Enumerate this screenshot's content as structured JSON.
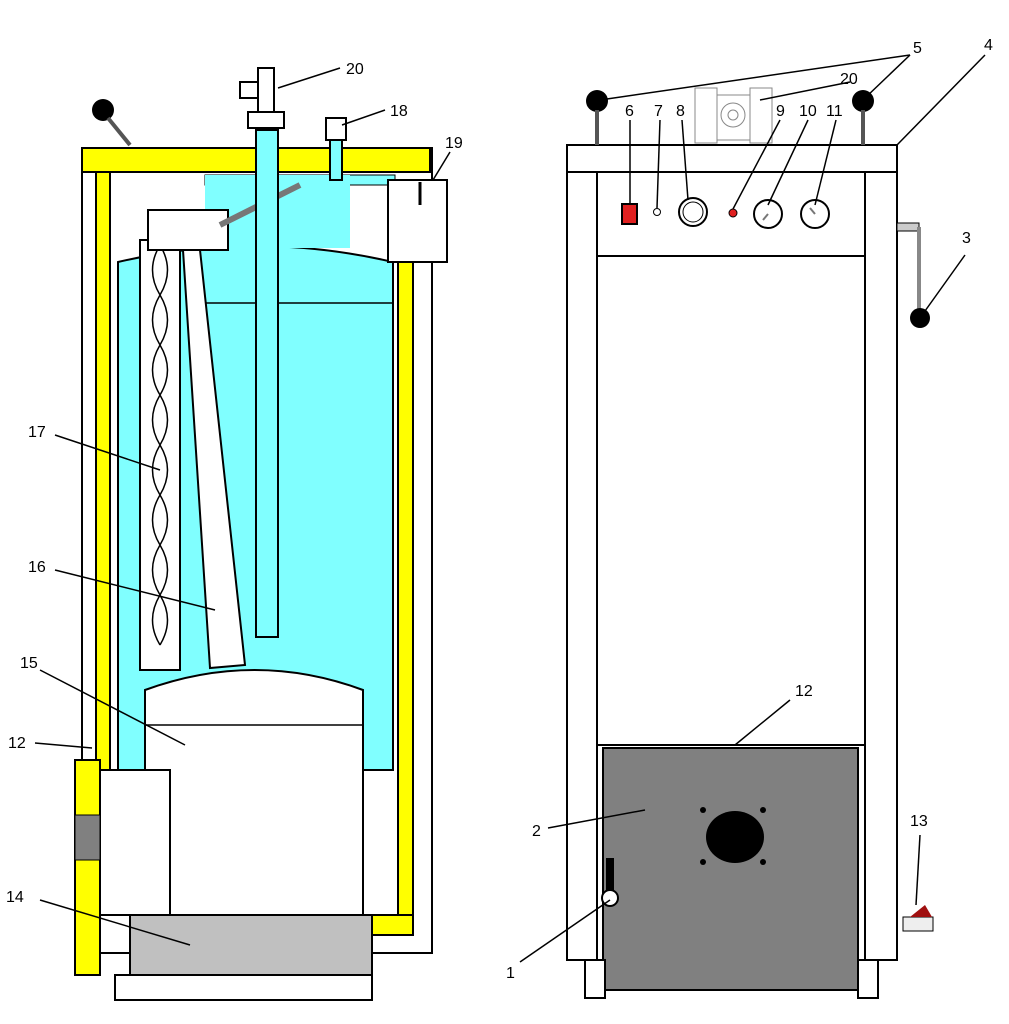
{
  "title": "Boiler cross-section and front view",
  "colors": {
    "insulation": "#ffff00",
    "water": "#80ffff",
    "door": "#808080",
    "ash_box": "#c0c0c0",
    "indicator": "#e02020"
  },
  "labels": {
    "l1": "1",
    "l2": "2",
    "l3": "3",
    "l4": "4",
    "l5": "5",
    "l6": "6",
    "l7": "7",
    "l8": "8",
    "l9": "9",
    "l10": "10",
    "l11": "11",
    "l12": "12",
    "l12b": "12",
    "l13": "13",
    "l14": "14",
    "l15": "15",
    "l16": "16",
    "l17": "17",
    "l18": "18",
    "l19": "19",
    "l20": "20",
    "l20b": "20"
  }
}
